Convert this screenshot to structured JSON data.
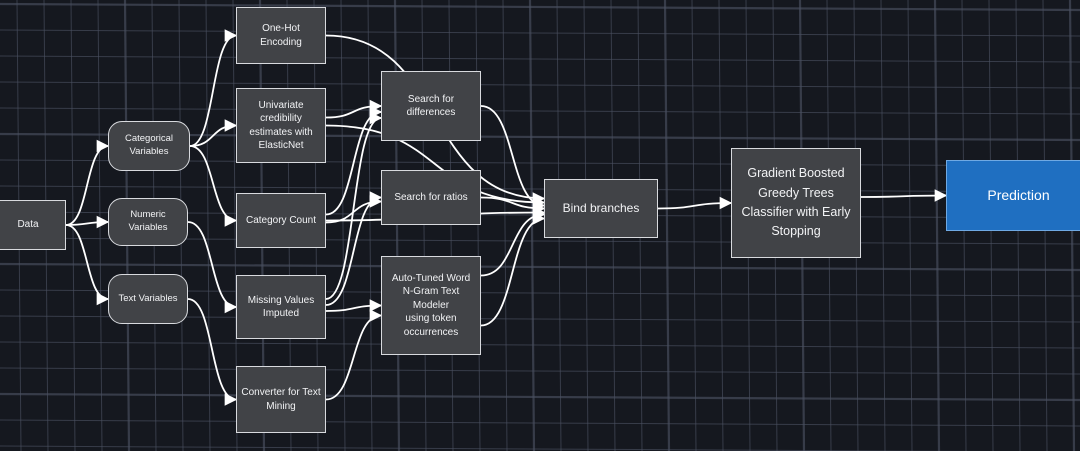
{
  "nodes": {
    "data": "Data",
    "categorical": "Categorical Variables",
    "numeric": "Numeric Variables",
    "text_vars": "Text Variables",
    "one_hot": "One-Hot Encoding",
    "univariate": "Univariate credibility\nestimates with\nElasticNet",
    "category_count": "Category Count",
    "missing_values": "Missing Values\nImputed",
    "converter": "Converter for Text\nMining",
    "search_diff": "Search for\ndifferences",
    "search_ratios": "Search for ratios",
    "auto_tuned": "Auto-Tuned Word\nN-Gram Text Modeler\nusing token\noccurrences",
    "bind": "Bind branches",
    "gbt": "Gradient Boosted\nGreedy Trees\nClassifier with Early\nStopping",
    "prediction": "Prediction"
  },
  "colors": {
    "background": "#15181f",
    "grid": "#4a5060",
    "node_fill": "#414347",
    "node_border": "#d8dade",
    "edge": "#ffffff",
    "prediction_fill": "#1f6fc1"
  }
}
